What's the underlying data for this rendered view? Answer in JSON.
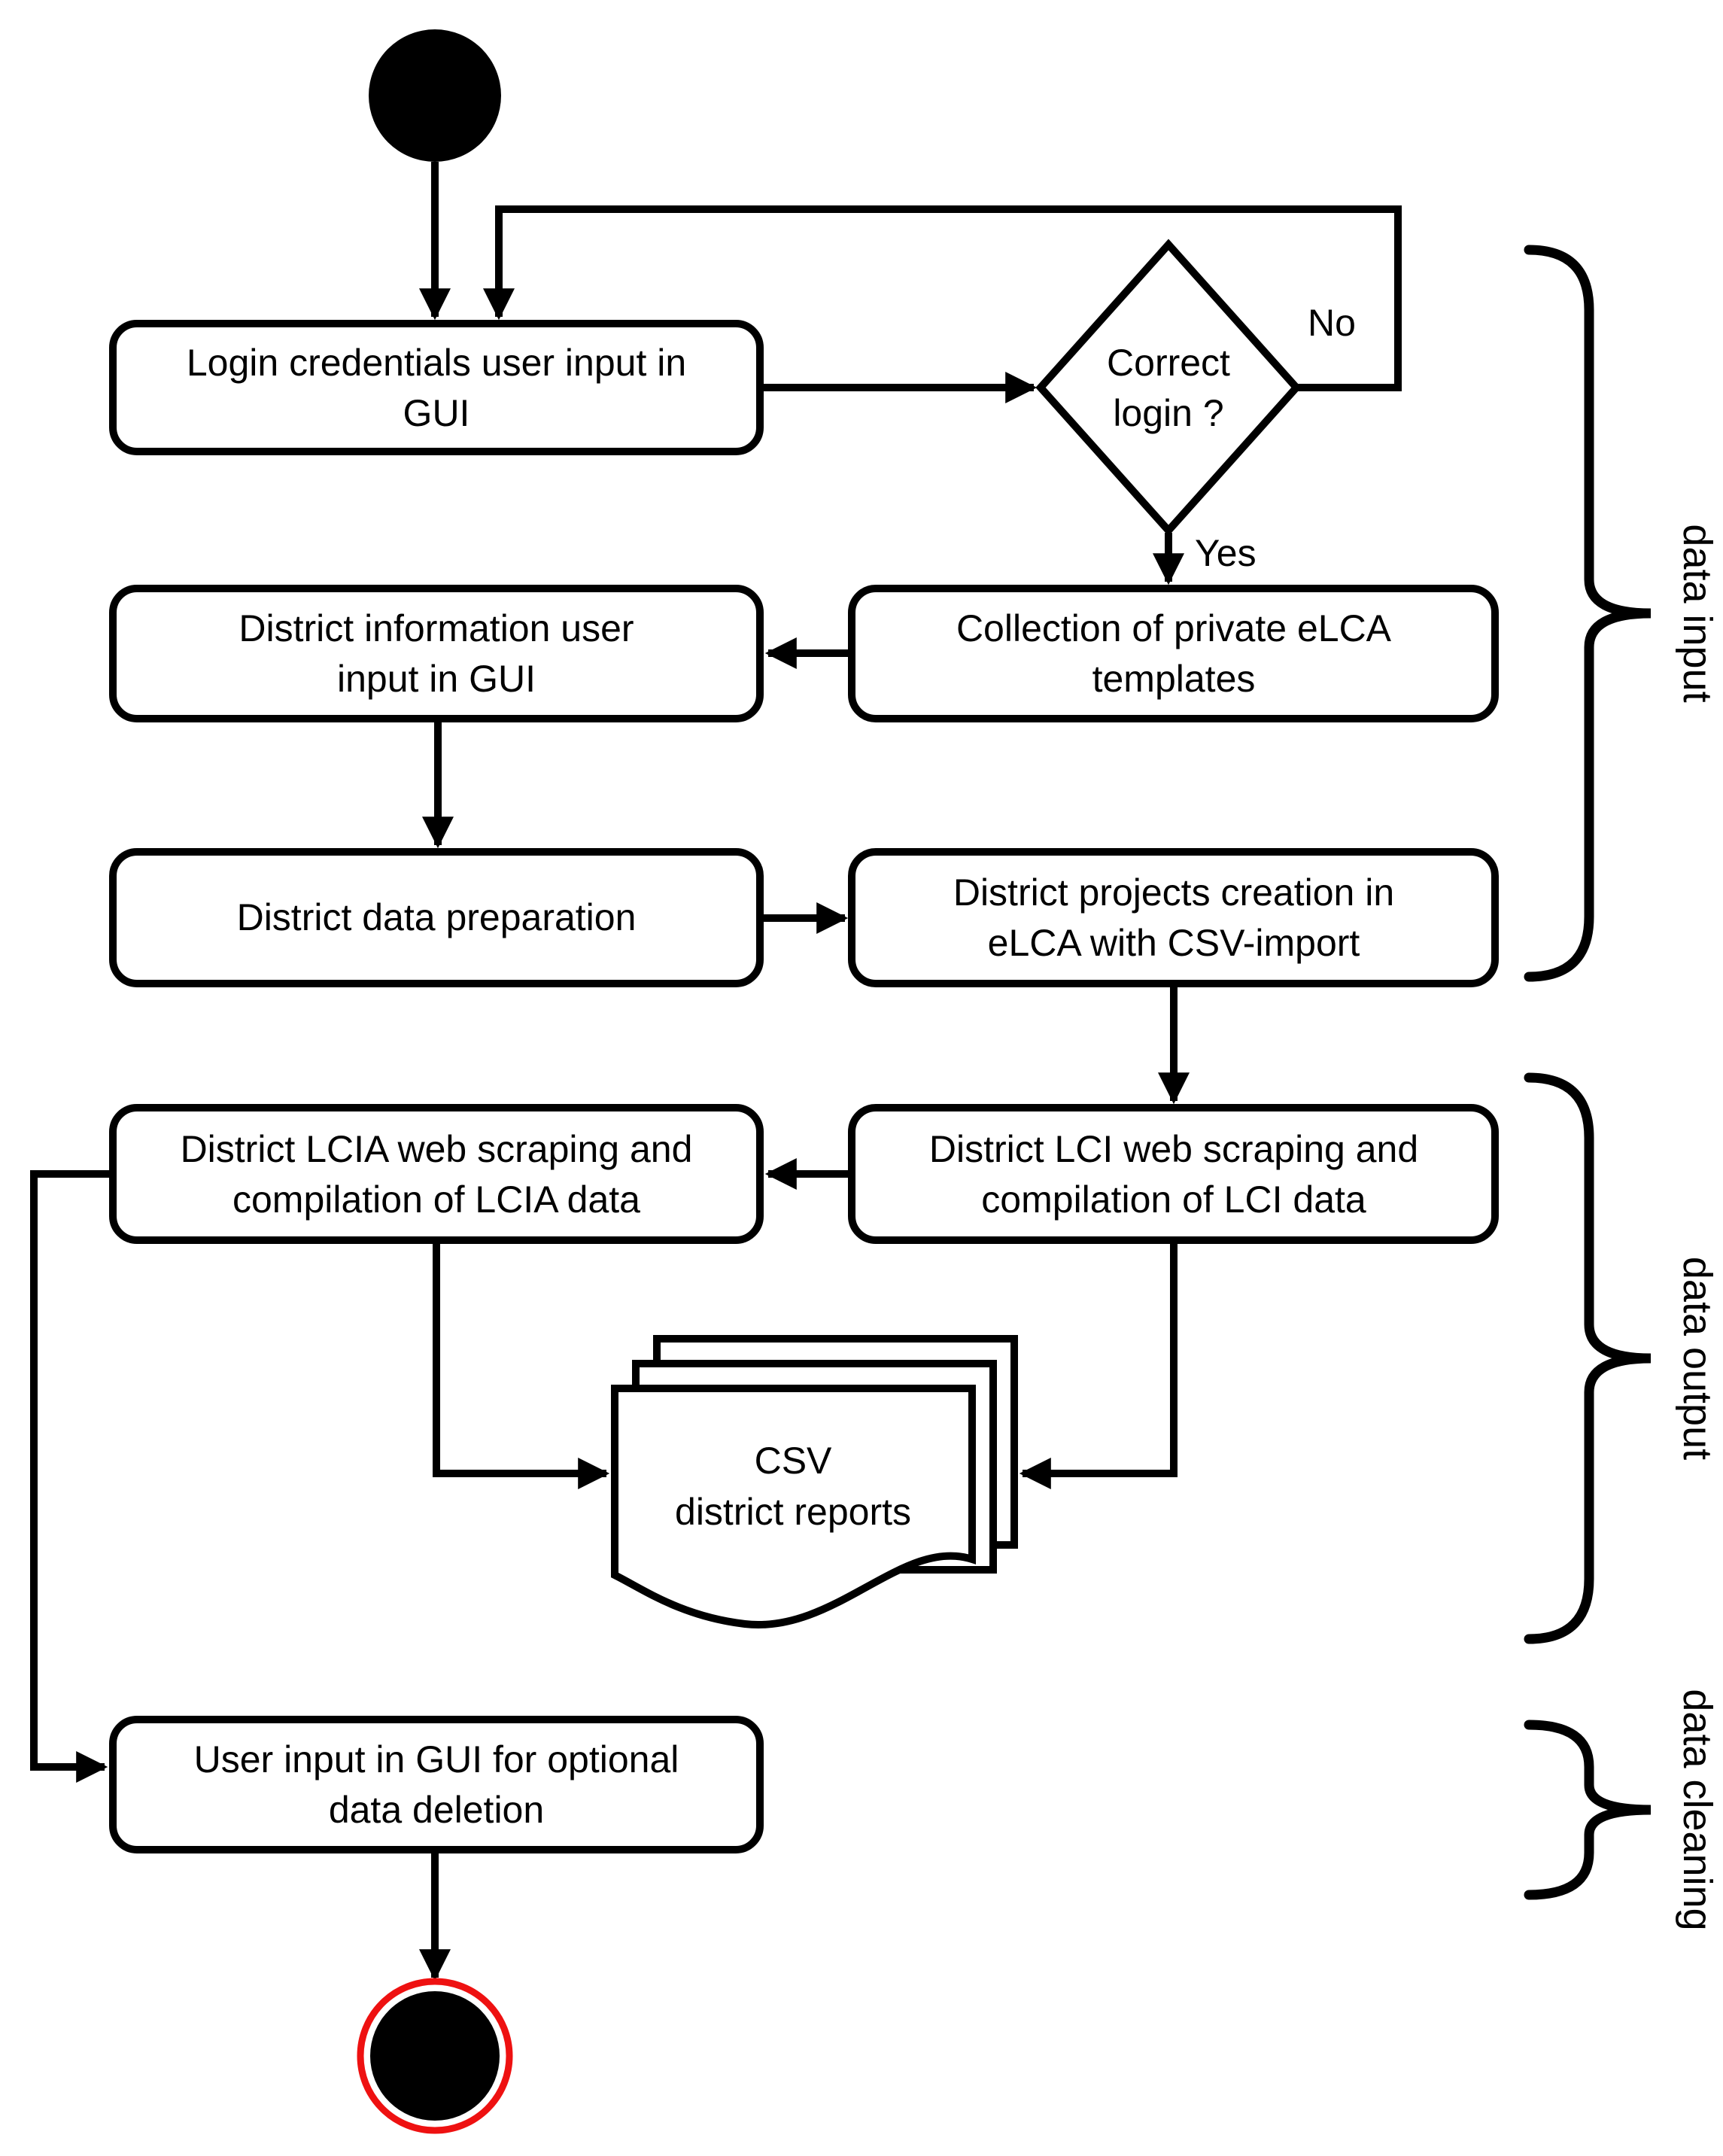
{
  "nodes": {
    "login": {
      "line1": "Login credentials user input in",
      "line2": "GUI"
    },
    "decision": {
      "line1": "Correct",
      "line2": "login ?"
    },
    "collection": {
      "line1": "Collection of private eLCA",
      "line2": "templates"
    },
    "district_info": {
      "line1": "District information user",
      "line2": "input in GUI"
    },
    "data_prep": {
      "line1": "District data preparation"
    },
    "projects": {
      "line1": "District projects creation in",
      "line2": "eLCA with CSV-import"
    },
    "lci": {
      "line1": "District LCI web scraping and",
      "line2": "compilation of LCI data"
    },
    "lcia": {
      "line1": "District LCIA web scraping and",
      "line2": "compilation of LCIA data"
    },
    "csv_docs": {
      "line1": "CSV",
      "line2": "district reports"
    },
    "deletion": {
      "line1": "User input in GUI for optional",
      "line2": "data deletion"
    }
  },
  "edge_labels": {
    "no": "No",
    "yes": "Yes"
  },
  "group_labels": {
    "input": "data input",
    "output": "data output",
    "cleaning": "data cleaning"
  },
  "colors": {
    "line": "#000000",
    "end_ring_red": "#ee1111",
    "background": "#ffffff"
  }
}
